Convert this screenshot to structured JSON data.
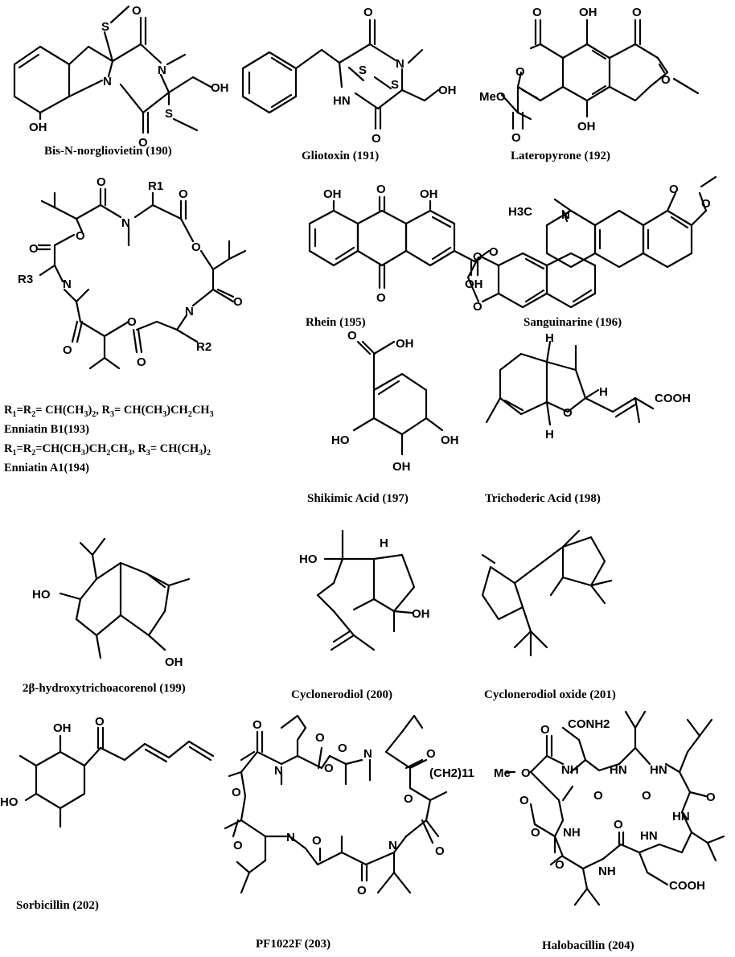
{
  "compounds": [
    {
      "label": "Bis-N-norgliovietin (190)"
    },
    {
      "label": "Gliotoxin (191)"
    },
    {
      "label": "Lateropyrone (192)"
    },
    {
      "label": "Rhein (195)"
    },
    {
      "label": "Sanguinarine (196)"
    },
    {
      "label": "Shikimic Acid (197)"
    },
    {
      "label": "Trichoderic Acid (198)"
    },
    {
      "label": "2β-hydroxytrichoacorenol (199)"
    },
    {
      "label": "Cyclonerodiol (200)"
    },
    {
      "label": "Cyclonerodiol oxide (201)"
    },
    {
      "label": "Sorbicillin (202)"
    },
    {
      "label": "PF1022F (203)"
    },
    {
      "label": "Halobacillin (204)"
    }
  ],
  "enniatin": {
    "r1_label": "R1",
    "r2_label": "R2",
    "r3_label": "R3",
    "b1_name": "Enniatin B1(193)",
    "a1_name": "Enniatin A1(194)"
  },
  "atoms": {
    "O": "O",
    "N": "N",
    "S": "S",
    "H": "H",
    "OH": "OH",
    "HO": "HO",
    "HN": "HN",
    "NH": "NH",
    "MeO": "MeO",
    "COOH": "COOH",
    "CONH2": "CONH2",
    "H3C": "H3C",
    "CH2_11": "(CH2)11",
    "Me": "Me"
  }
}
